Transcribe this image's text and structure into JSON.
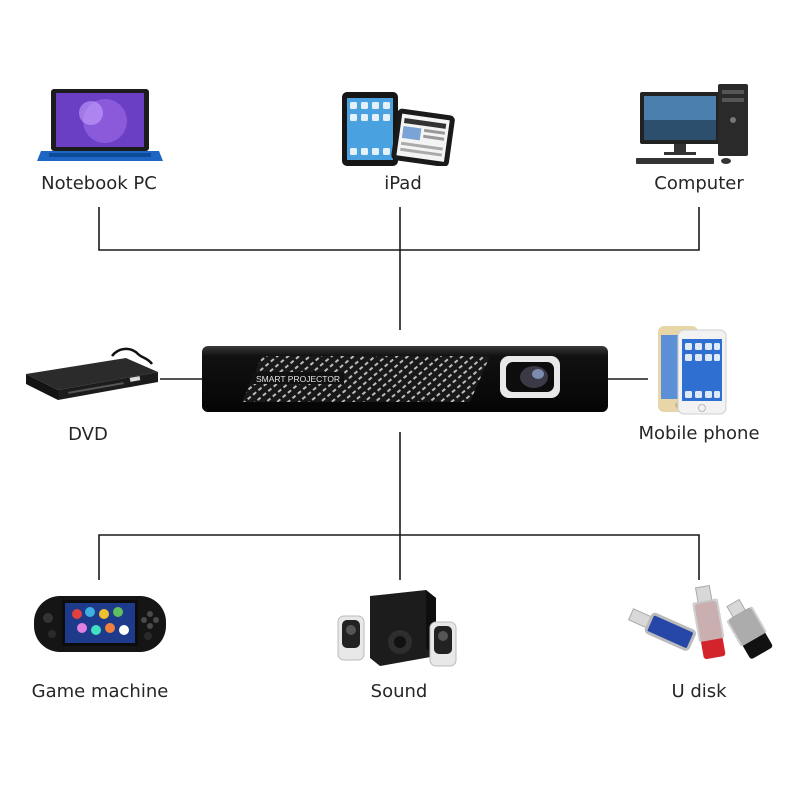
{
  "devices": {
    "notebook": {
      "label": "Notebook PC",
      "icon": "laptop-icon"
    },
    "ipad": {
      "label": "iPad",
      "icon": "tablet-icon"
    },
    "computer": {
      "label": "Computer",
      "icon": "desktop-computer-icon"
    },
    "dvd": {
      "label": "DVD",
      "icon": "dvd-player-icon"
    },
    "mobile": {
      "label": "Mobile phone",
      "icon": "smartphone-icon"
    },
    "game": {
      "label": "Game machine",
      "icon": "handheld-console-icon"
    },
    "sound": {
      "label": "Sound",
      "icon": "speaker-system-icon"
    },
    "udisk": {
      "label": "U disk",
      "icon": "usb-drive-icon"
    }
  },
  "projector": {
    "label": "SMART PROJECTOR",
    "icon": "projector-icon"
  },
  "colors": {
    "line": "#1a1a1a",
    "projector_body": "#111111",
    "laptop_screen": "#6a3fc4",
    "usb_blue": "#2747a8",
    "usb_red": "#d3242b"
  }
}
